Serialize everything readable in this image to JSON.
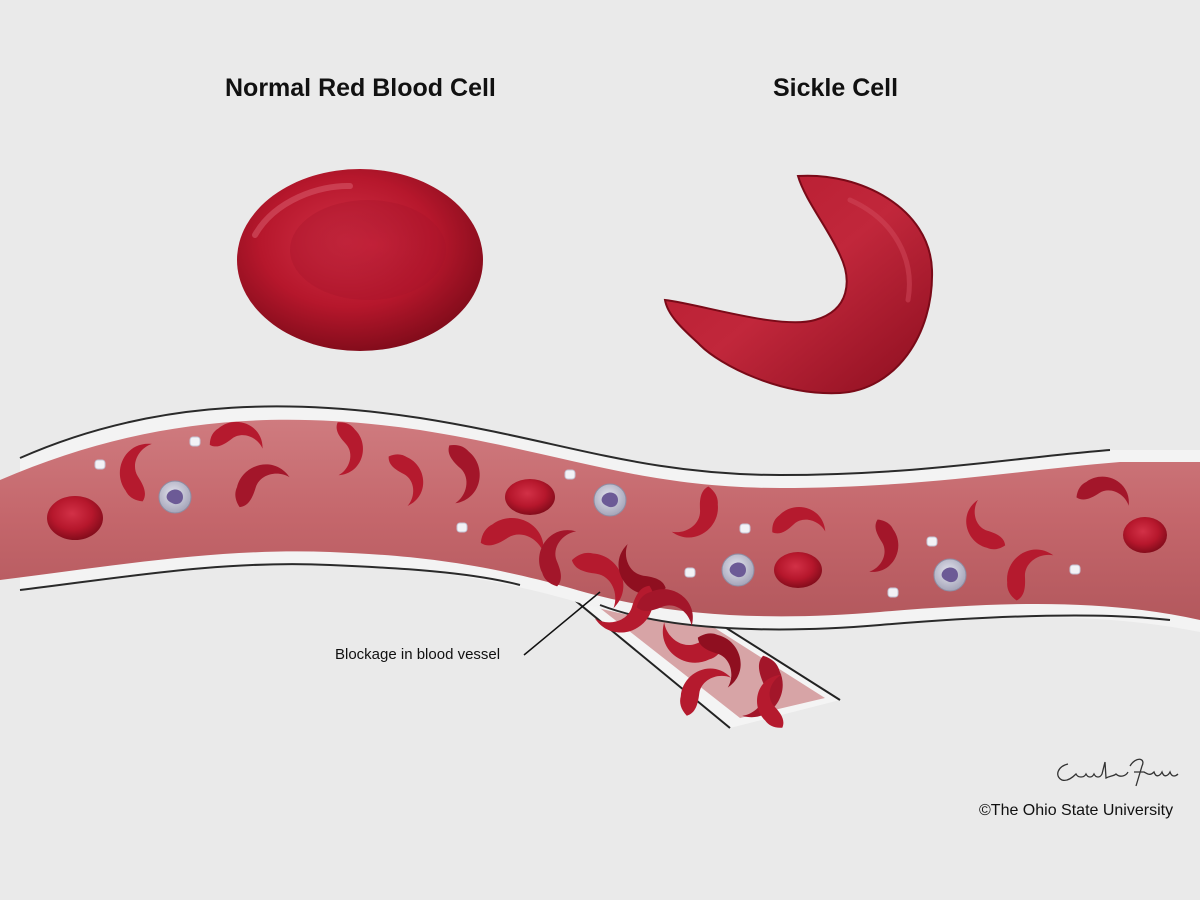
{
  "labels": {
    "normal_cell": "Normal Red Blood Cell",
    "sickle_cell": "Sickle Cell",
    "blockage": "Blockage in blood vessel",
    "copyright": "©The Ohio State University",
    "signature": "Courtney Fleming"
  },
  "colors": {
    "background": "#eaeaea",
    "cell_red": "#b8172d",
    "cell_dark": "#8f0f20",
    "vessel_interior": "#c66a6f",
    "vessel_wall": "#f2f2f2"
  }
}
